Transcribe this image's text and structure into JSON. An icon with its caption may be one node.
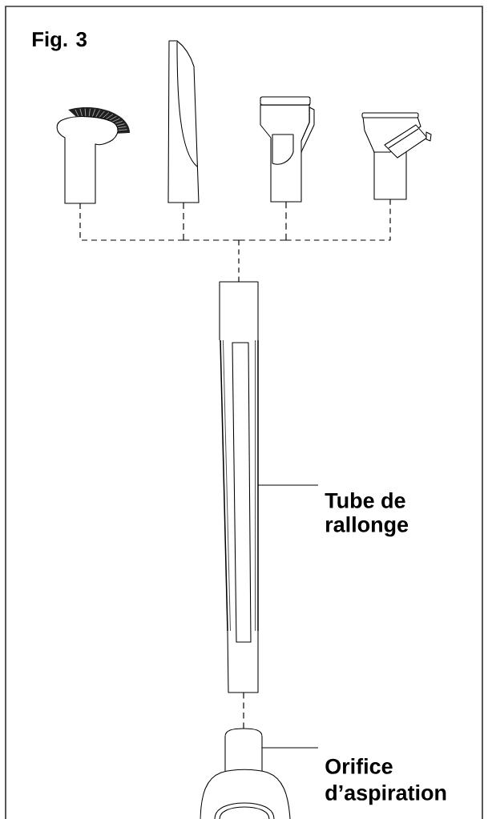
{
  "diagram": {
    "title": "Fig. 3",
    "nodes": [
      {
        "text": [],
        "shape": "picture"
      },
      {
        "text": [],
        "shape": "picture"
      },
      {
        "text": [],
        "shape": "picture"
      },
      {
        "text": [],
        "shape": "picture"
      },
      {
        "text": [],
        "shape": "picture"
      },
      {
        "text": [
          "Tube de rallonge"
        ]
      },
      {
        "text": [],
        "shape": "picture"
      },
      {
        "text": [
          "Orifice d’aspiration"
        ]
      }
    ],
    "edges": [
      {
        "from": 0,
        "to": 4,
        "arrow": "none",
        "style": "dashed"
      },
      {
        "from": 1,
        "to": 4,
        "arrow": "none",
        "style": "dashed"
      },
      {
        "from": 2,
        "to": 4,
        "arrow": "none",
        "style": "dashed"
      },
      {
        "from": 3,
        "to": 4,
        "arrow": "none",
        "style": "dashed"
      },
      {
        "from": 4,
        "to": 6,
        "arrow": "none",
        "style": "dashed"
      },
      {
        "from": 5,
        "to": 4,
        "arrow": "none"
      },
      {
        "from": 7,
        "to": 6,
        "arrow": "none"
      }
    ]
  }
}
